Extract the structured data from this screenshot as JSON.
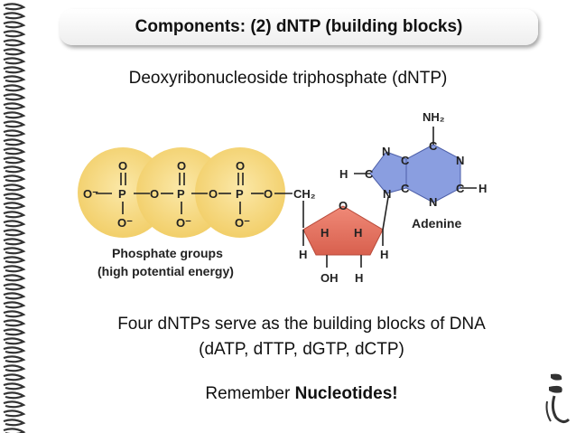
{
  "slide": {
    "title": "Components: (2) dNTP (building blocks)",
    "subtitle": "Deoxyribonucleoside triphosphate (dNTP)",
    "caption_line1": "Four dNTPs serve as the building blocks of DNA",
    "caption_line2": "(dATP, dTTP, dGTP, dCTP)",
    "remember_prefix": "Remember ",
    "remember_bold": "Nucleotides!"
  },
  "diagram": {
    "phosphate": {
      "o_top": "O",
      "o_bottom": "O⁻",
      "o_left": "O⁻",
      "p": "P",
      "o_bridge": "O",
      "ch2": "CH₂",
      "label_line1": "Phosphate groups",
      "label_line2": "(high potential energy)"
    },
    "sugar": {
      "ring_o": "O",
      "h": "H",
      "oh": "OH"
    },
    "base": {
      "nh2": "NH₂",
      "c": "C",
      "n": "N",
      "h": "H",
      "label": "Adenine"
    }
  },
  "colors": {
    "phosphate_fill": "#f7d77a",
    "sugar_fill": "#e8705e",
    "base_fill": "#8a9ee0",
    "bond": "#222222"
  }
}
